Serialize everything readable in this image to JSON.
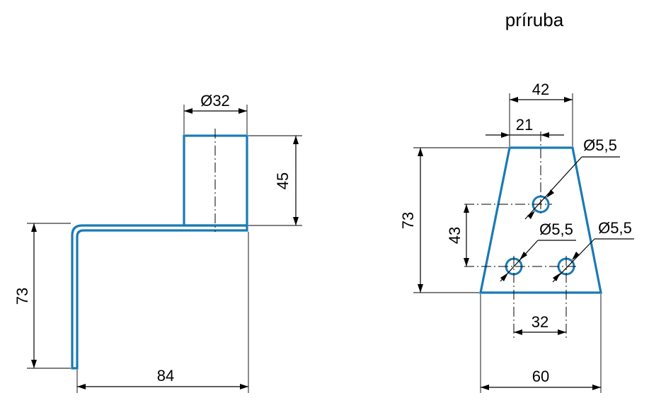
{
  "title": "príruba",
  "colors": {
    "part": "#1a7ab5",
    "dimension": "#000000",
    "background": "#ffffff"
  },
  "side_view": {
    "dim_tube_diameter": "Ø32",
    "dim_tube_height": "45",
    "dim_height": "73",
    "dim_width": "84"
  },
  "front_view": {
    "dim_top_width": "42",
    "dim_top_offset": "21",
    "dim_hole_top": "Ø5,5",
    "dim_hole_left": "Ø5,5",
    "dim_hole_right": "Ø5,5",
    "dim_height": "73",
    "dim_hole_vertical": "43",
    "dim_hole_spacing": "32",
    "dim_bottom_width": "60"
  }
}
